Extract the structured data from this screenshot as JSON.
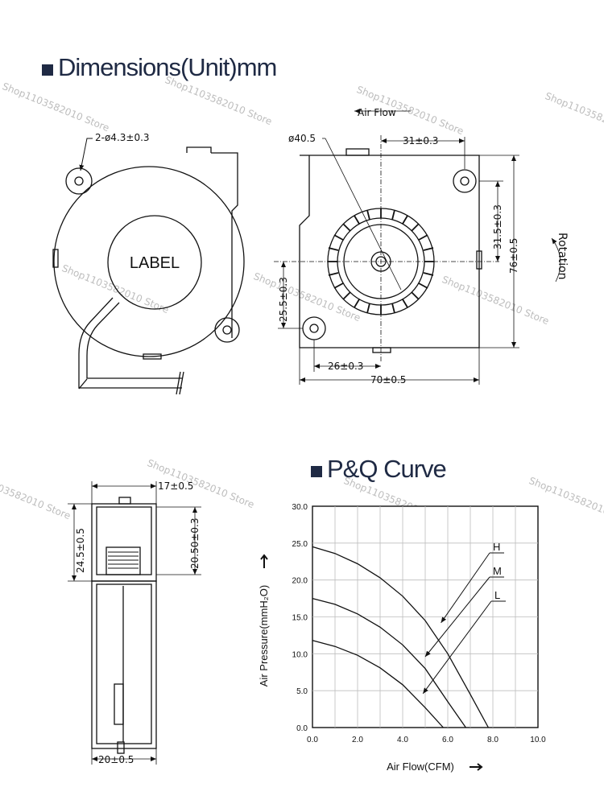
{
  "headings": {
    "dimensions": "Dimensions(Unit)mm",
    "pq_curve": "P&Q Curve"
  },
  "watermark": "Shop1103582010 Store",
  "front_view": {
    "holes_label": "2-ø4.3±0.3",
    "label_text": "LABEL"
  },
  "side_view": {
    "airflow_label": "Air Flow",
    "diameter_label": "ø40.5",
    "dim_31": "31±0.3",
    "dim_31_5": "31.5±0.3",
    "dim_76": "76±0.5",
    "dim_25_5": "25.5±0.3",
    "dim_26": "26±0.3",
    "dim_70": "70±0.5",
    "rotation_label": "Rotation"
  },
  "edge_view": {
    "dim_17": "17±0.5",
    "dim_24_5": "24.5±0.5",
    "dim_20_50": "20.50±0.3",
    "dim_20": "20±0.5"
  },
  "chart_data": {
    "type": "line",
    "xlabel": "Air Flow(CFM)",
    "ylabel": "Air Pressure(mmH₂O)",
    "xlim": [
      0,
      10
    ],
    "ylim": [
      0,
      30
    ],
    "x_ticks": [
      "0.0",
      "2.0",
      "4.0",
      "6.0",
      "8.0",
      "10.0"
    ],
    "y_ticks": [
      "0.0",
      "5.0",
      "10.0",
      "15.0",
      "20.0",
      "25.0",
      "30.0"
    ],
    "grid": true,
    "series": [
      {
        "name": "H",
        "x": [
          0,
          1,
          2,
          3,
          4,
          5,
          6,
          7,
          7.8
        ],
        "y": [
          24.5,
          23.6,
          22.2,
          20.3,
          17.8,
          14.5,
          10.0,
          4.5,
          0
        ]
      },
      {
        "name": "M",
        "x": [
          0,
          1,
          2,
          3,
          4,
          5,
          6,
          6.8
        ],
        "y": [
          17.5,
          16.7,
          15.4,
          13.6,
          11.2,
          8.0,
          3.5,
          0
        ]
      },
      {
        "name": "L",
        "x": [
          0,
          1,
          2,
          3,
          4,
          5,
          5.8
        ],
        "y": [
          11.8,
          11.0,
          9.8,
          8.1,
          5.8,
          2.7,
          0
        ]
      }
    ]
  }
}
